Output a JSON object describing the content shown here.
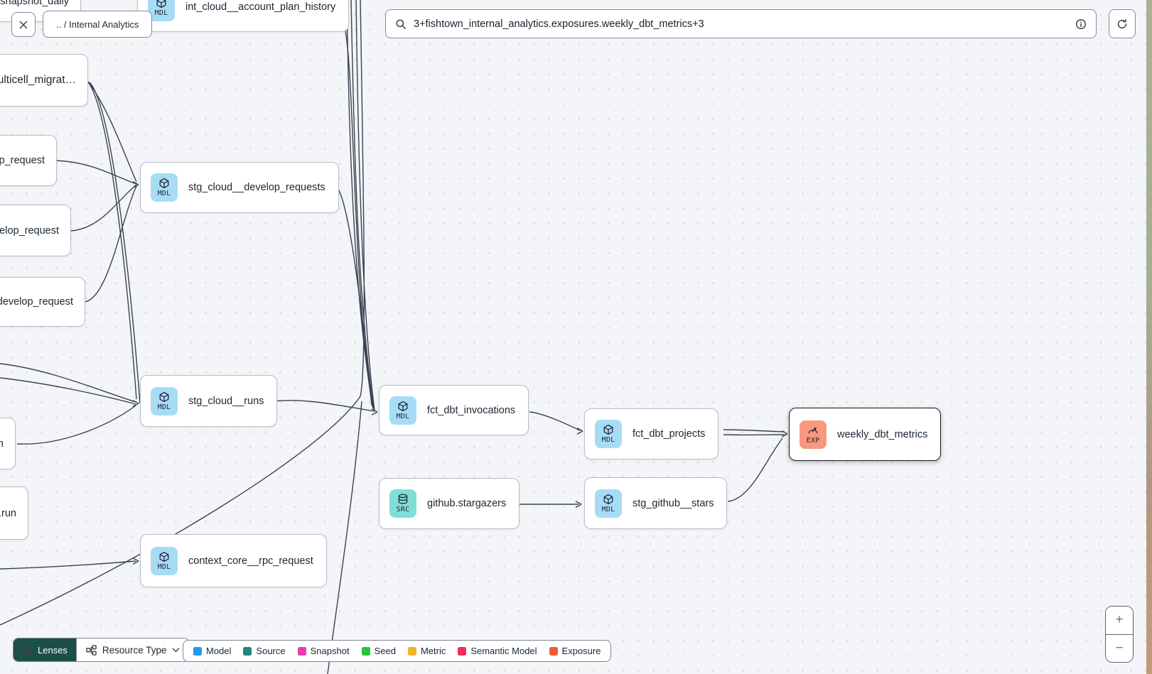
{
  "header": {
    "breadcrumb": ".. / Internal Analytics",
    "search_value": "3+fishtown_internal_analytics.exposures.weekly_dbt_metrics+3"
  },
  "nodes": [
    {
      "label": "snapshot_daily",
      "badge": ""
    },
    {
      "label": "int_cloud__account_plan_history",
      "badge": "MDL"
    },
    {
      "label": "multicell_migrat…",
      "badge": ""
    },
    {
      "label": "p_request",
      "badge": ""
    },
    {
      "label": "velop_request",
      "badge": ""
    },
    {
      "label": "develop_request",
      "badge": ""
    },
    {
      "label": "stg_cloud__develop_requests",
      "badge": "MDL"
    },
    {
      "label": "stg_cloud__runs",
      "badge": "MDL"
    },
    {
      "label": "n",
      "badge": ""
    },
    {
      "label": ".run",
      "badge": ""
    },
    {
      "label": "fct_dbt_invocations",
      "badge": "MDL"
    },
    {
      "label": "github.stargazers",
      "badge": "SRC"
    },
    {
      "label": "fct_dbt_projects",
      "badge": "MDL"
    },
    {
      "label": "stg_github__stars",
      "badge": "MDL"
    },
    {
      "label": "context_core__rpc_request",
      "badge": "MDL"
    },
    {
      "label": "weekly_dbt_metrics",
      "badge": "EXP",
      "selected": true
    }
  ],
  "edges": [
    {
      "from": "p_request",
      "to": "stg_cloud__develop_requests"
    },
    {
      "from": "velop_request",
      "to": "stg_cloud__develop_requests"
    },
    {
      "from": "develop_request",
      "to": "stg_cloud__develop_requests"
    },
    {
      "from": "multicell_migrat…",
      "to": "stg_cloud__develop_requests"
    },
    {
      "from": "multicell_migrat…",
      "to": "stg_cloud__runs"
    },
    {
      "from": "n",
      "to": "stg_cloud__runs"
    },
    {
      "from": "int_cloud__account_plan_history",
      "to": "fct_dbt_invocations"
    },
    {
      "from": "stg_cloud__develop_requests",
      "to": "fct_dbt_invocations"
    },
    {
      "from": "stg_cloud__runs",
      "to": "fct_dbt_invocations"
    },
    {
      "from": "fct_dbt_invocations",
      "to": "fct_dbt_projects"
    },
    {
      "from": "fct_dbt_projects",
      "to": "weekly_dbt_metrics"
    },
    {
      "from": "github.stargazers",
      "to": "stg_github__stars"
    },
    {
      "from": "stg_github__stars",
      "to": "weekly_dbt_metrics"
    }
  ],
  "footer": {
    "lenses_label": "Lenses",
    "resource_type_label": "Resource Type",
    "legend": [
      {
        "label": "Model",
        "color": "#2499ee"
      },
      {
        "label": "Source",
        "color": "#27847c"
      },
      {
        "label": "Snapshot",
        "color": "#e93cb1"
      },
      {
        "label": "Seed",
        "color": "#24c63a"
      },
      {
        "label": "Metric",
        "color": "#f0b429"
      },
      {
        "label": "Semantic Model",
        "color": "#ef2f5b"
      },
      {
        "label": "Exposure",
        "color": "#f25c35"
      }
    ]
  },
  "zoom_controls": {
    "zoom_in": "+",
    "zoom_out": "−"
  }
}
